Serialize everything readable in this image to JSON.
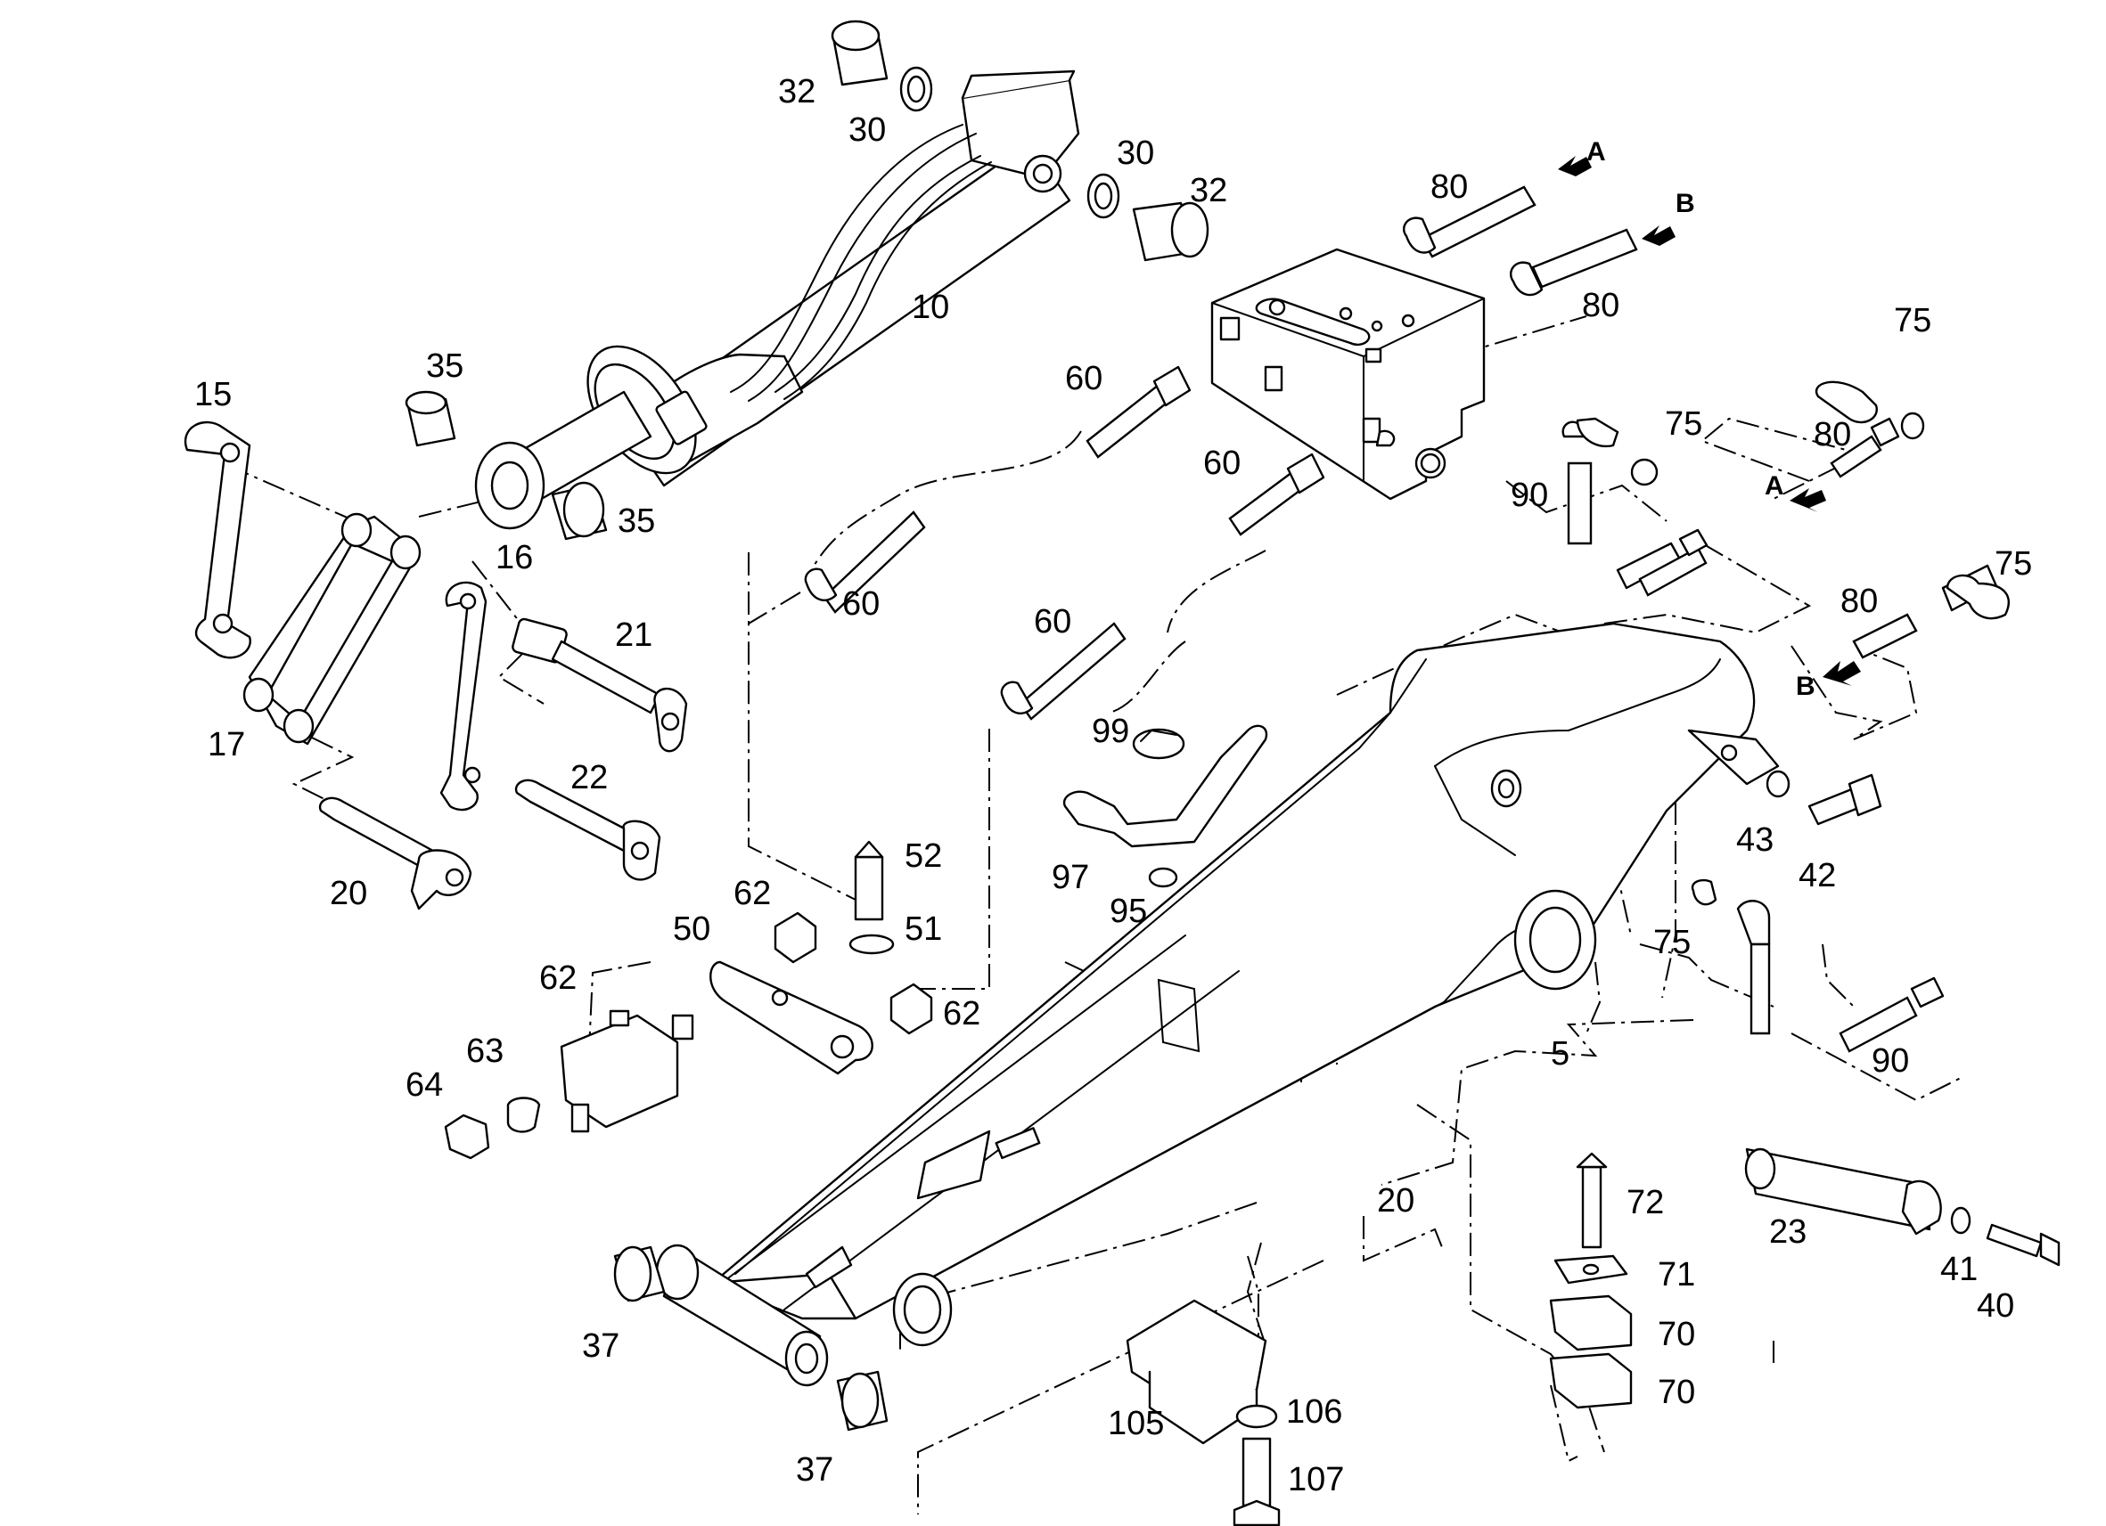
{
  "callouts": {
    "c5": "5",
    "c10": "10",
    "c15": "15",
    "c16": "16",
    "c17": "17",
    "c20a": "20",
    "c20b": "20",
    "c21": "21",
    "c22": "22",
    "c23": "23",
    "c30a": "30",
    "c30b": "30",
    "c32a": "32",
    "c32b": "32",
    "c35a": "35",
    "c35b": "35",
    "c37a": "37",
    "c37b": "37",
    "c40": "40",
    "c41": "41",
    "c42": "42",
    "c43": "43",
    "c50": "50",
    "c51": "51",
    "c52": "52",
    "c60a": "60",
    "c60b": "60",
    "c60c": "60",
    "c60d": "60",
    "c62a": "62",
    "c62b": "62",
    "c62c": "62",
    "c63": "63",
    "c64": "64",
    "c70a": "70",
    "c70b": "70",
    "c71": "71",
    "c72": "72",
    "c75a": "75",
    "c75b": "75",
    "c75c": "75",
    "c75d": "75",
    "c80a": "80",
    "c80b": "80",
    "c80c": "80",
    "c80d": "80",
    "c90a": "90",
    "c90b": "90",
    "c95": "95",
    "c97": "97",
    "c99": "99",
    "c105": "105",
    "c106": "106",
    "c107": "107"
  },
  "ports": {
    "a1": "A",
    "b1": "B",
    "a2": "A",
    "b2": "B"
  }
}
